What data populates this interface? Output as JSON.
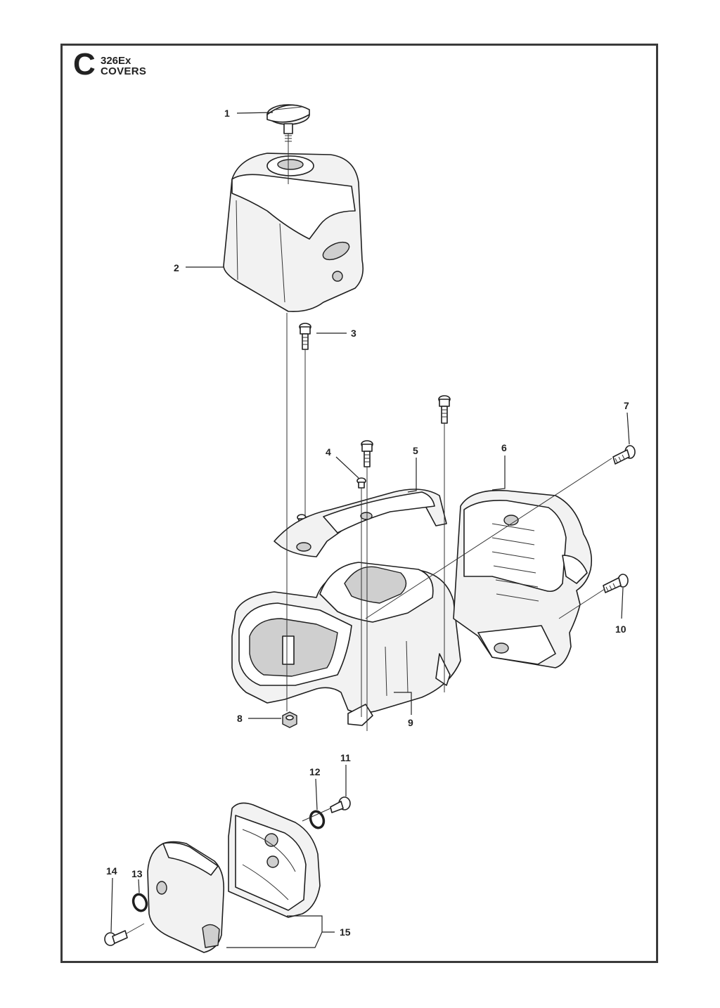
{
  "header": {
    "section_letter": "C",
    "model": "326Ex",
    "title": "COVERS"
  },
  "part_labels": [
    "1",
    "2",
    "3",
    "4",
    "5",
    "6",
    "7",
    "8",
    "9",
    "10",
    "11",
    "12",
    "13",
    "14",
    "15"
  ]
}
